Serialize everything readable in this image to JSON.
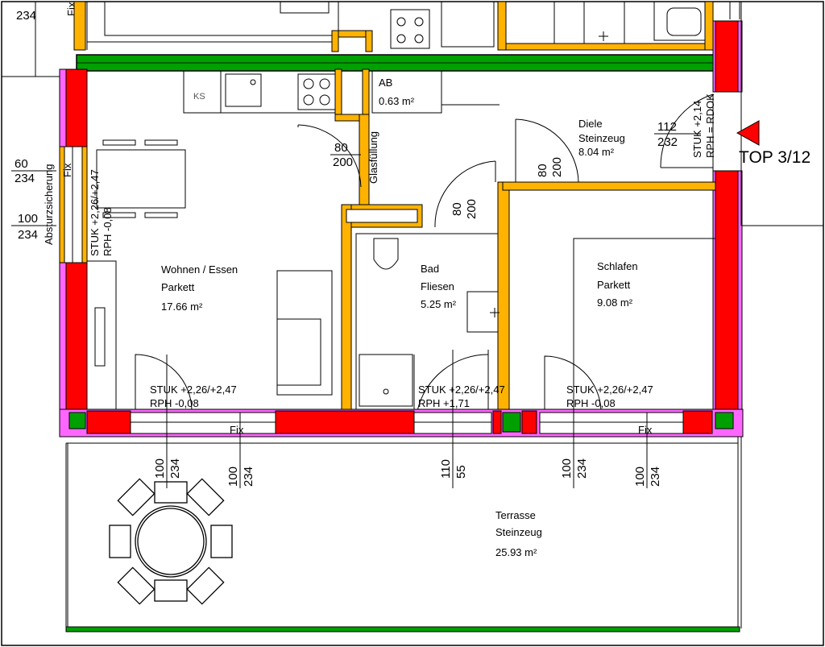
{
  "rooms": {
    "wohnen": {
      "name": "Wohnen / Essen",
      "floor": "Parkett",
      "area": "17.66 m²"
    },
    "bad": {
      "name": "Bad",
      "floor": "Fliesen",
      "area": "5.25 m²"
    },
    "schlafen": {
      "name": "Schlafen",
      "floor": "Parkett",
      "area": "9.08 m²"
    },
    "diele": {
      "name": "Diele",
      "floor": "Steinzeug",
      "area": "8.04 m²"
    },
    "ab": {
      "name": "AB",
      "area": "0.63 m²"
    },
    "terrasse": {
      "name": "Terrasse",
      "floor": "Steinzeug",
      "area": "25.93 m²"
    }
  },
  "unit_label": "TOP 3/12",
  "appliance_ks": "KS",
  "labels": {
    "glasfuellung": "Glasfüllung",
    "absturzsicherung": "Absturzsicherung",
    "fix_left": "Fix",
    "fix_left_top": "Fix",
    "fix_bottom_1": "Fix",
    "fix_bottom_2": "Fix"
  },
  "elevations": {
    "left_stuk": "STUK +2,26/+2,47",
    "left_rph": "RPH  -0,08",
    "wohnen_stuk": "STUK +2,26/+2,47",
    "wohnen_rph": "RPH   -0,08",
    "bad_stuk": "STUK +2,26/+2,47",
    "bad_rph": "RPH  +1,71",
    "schlafen_stuk": "STUK +2,26/+2,47",
    "schlafen_rph": "RPH   -0,08",
    "entry_stuk": "STUK +2,14",
    "entry_rph": "RPH = RDOK"
  },
  "dimensions": {
    "top_left_partial": "234",
    "left_60": "60",
    "left_60_h": "234",
    "left_100": "100",
    "left_100_h": "234",
    "door_wohnen_w": "80",
    "door_wohnen_h": "200",
    "door_bad_w": "80",
    "door_bad_h": "200",
    "door_diele_w": "80",
    "door_diele_h": "200",
    "entry_w": "112",
    "entry_h": "232",
    "win1_w": "100",
    "win1_h": "234",
    "win2_w": "100",
    "win2_h": "234",
    "win3_w": "110",
    "win3_h": "55",
    "win4_w": "100",
    "win4_h": "234",
    "win5_w": "100",
    "win5_h": "234"
  },
  "colors": {
    "wall": "#ff0000",
    "glass_wall": "#ff66ff",
    "partition": "#ffb300",
    "beam": "#00a000",
    "line": "#000000"
  }
}
